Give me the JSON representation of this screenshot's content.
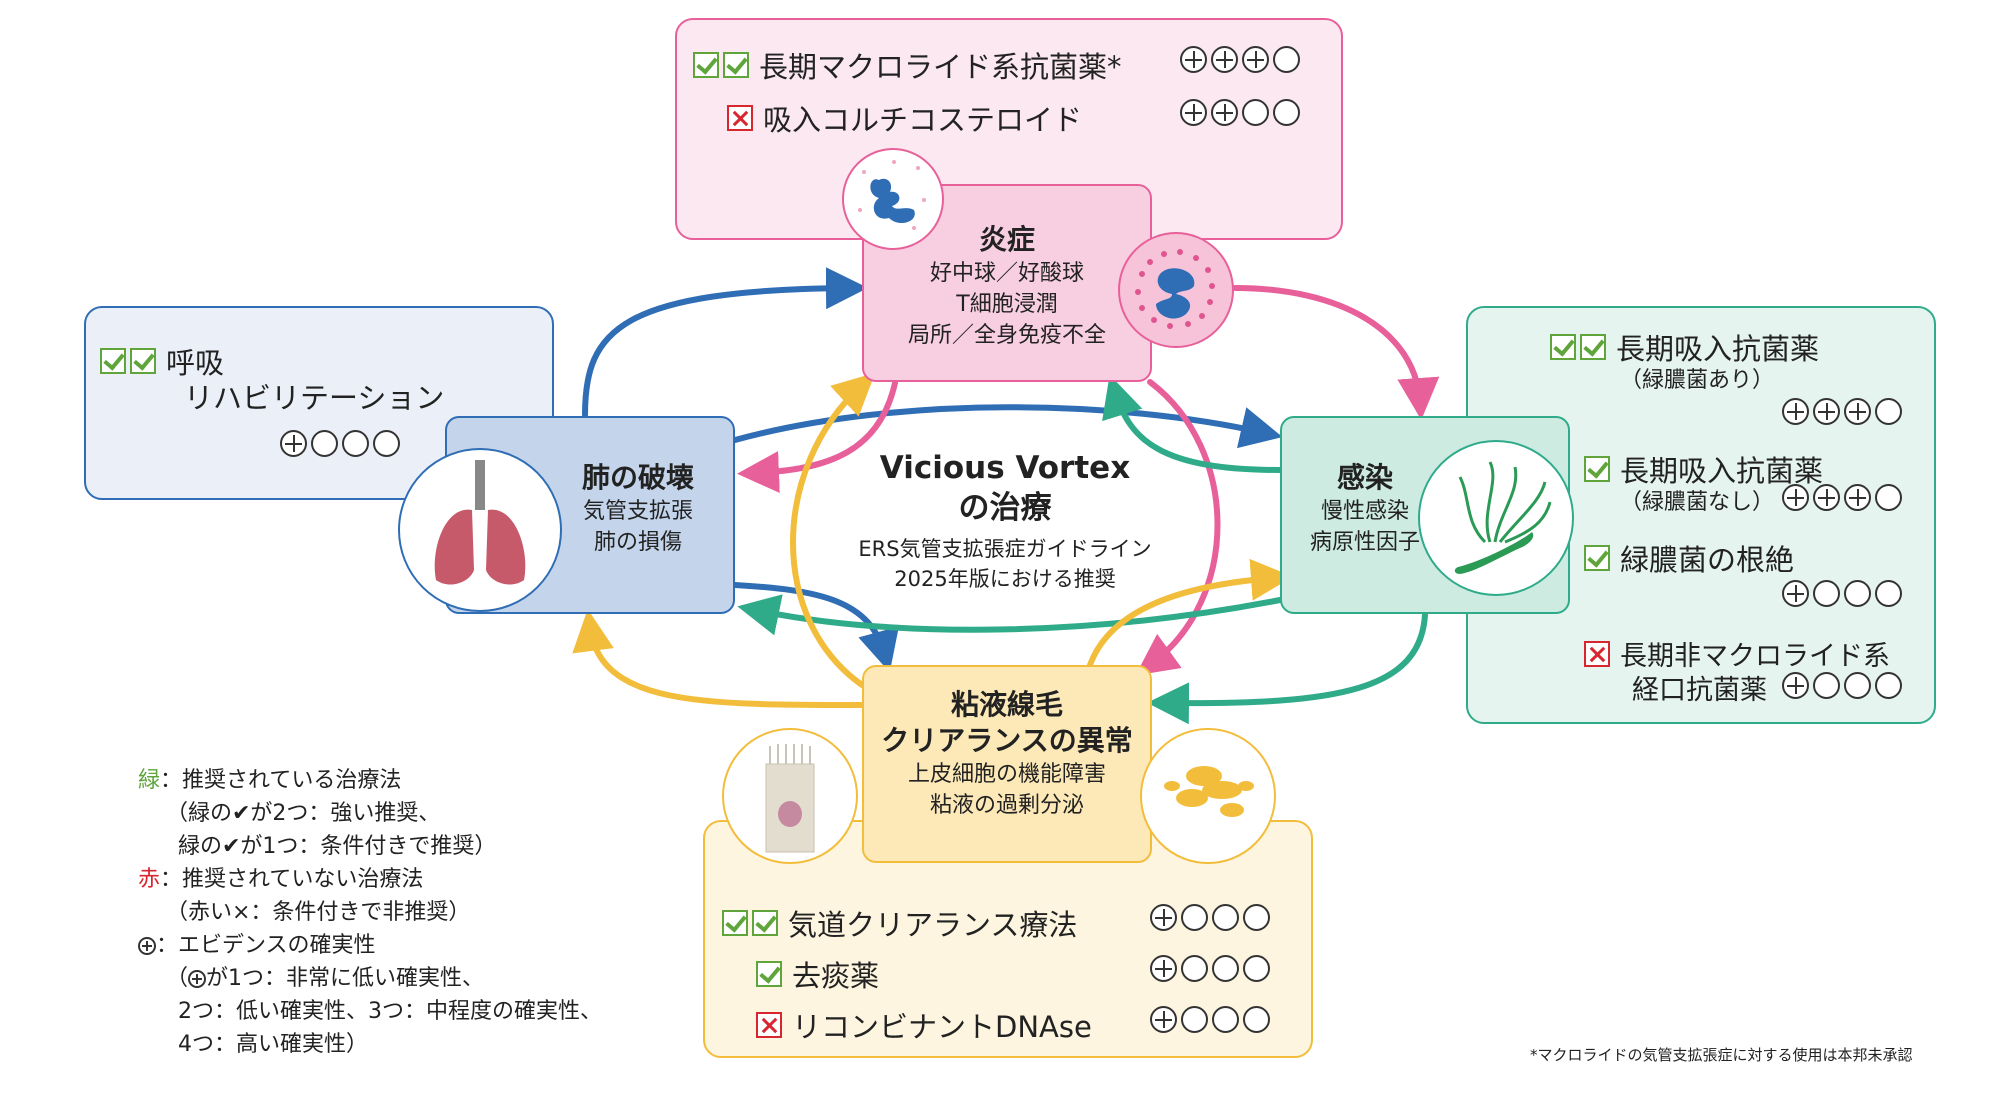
{
  "center": {
    "title1": "Vicious Vortex",
    "title2": "の治療",
    "sub1": "ERS気管支拡張症ガイドライン",
    "sub2": "2025年版における推奨"
  },
  "nodes": {
    "inflammation": {
      "title": "炎症",
      "l1": "好中球／好酸球",
      "l2": "T細胞浸潤",
      "l3": "局所／全身免疫不全"
    },
    "lung": {
      "title": "肺の破壊",
      "l1": "気管支拡張",
      "l2": "肺の損傷"
    },
    "infection": {
      "title": "感染",
      "l1": "慢性感染",
      "l2": "病原性因子"
    },
    "mucus": {
      "title1": "粘液線毛",
      "title2": "クリアランスの異常",
      "l1": "上皮細胞の機能障害",
      "l2": "粘液の過剰分泌"
    }
  },
  "panels": {
    "top": [
      {
        "label": "長期マクロライド系抗菌薬*",
        "mark": "double-check",
        "evidence": 3
      },
      {
        "label": "吸入コルチコステロイド",
        "mark": "cross",
        "evidence": 2
      }
    ],
    "left": {
      "label1": "呼吸",
      "label2": "リハビリテーション",
      "mark": "double-check",
      "evidence": 1
    },
    "right": [
      {
        "label": "長期吸入抗菌薬",
        "sub": "（緑膿菌あり）",
        "mark": "double-check",
        "evidence": 3
      },
      {
        "label": "長期吸入抗菌薬",
        "sub": "（緑膿菌なし）",
        "mark": "check",
        "evidence": 3
      },
      {
        "label": "緑膿菌の根絶",
        "mark": "check",
        "evidence": 1
      },
      {
        "label1": "長期非マクロライド系",
        "label2": "経口抗菌薬",
        "mark": "cross",
        "evidence": 1
      }
    ],
    "bottom": [
      {
        "label": "気道クリアランス療法",
        "mark": "double-check",
        "evidence": 1
      },
      {
        "label": "去痰薬",
        "mark": "check",
        "evidence": 1
      },
      {
        "label": "リコンビナントDNAse",
        "mark": "cross",
        "evidence": 1
      }
    ]
  },
  "legend": {
    "green_key": "緑",
    "green_text": "：推奨されている治療法",
    "green_d1": "（緑の✔が2つ：強い推奨、",
    "green_d2": "緑の✔が1つ：条件付きで推奨）",
    "red_key": "赤",
    "red_text": "：推奨されていない治療法",
    "red_d1": "（赤い×：条件付きで非推奨）",
    "plus_text": "：エビデンスの確実性",
    "plus_d1a": "（",
    "plus_d1b": "が1つ：非常に低い確実性、",
    "plus_d2": "2つ：低い確実性、3つ：中程度の確実性、",
    "plus_d3": "4つ：高い確実性）"
  },
  "footnote": "*マクロライドの気管支拡張症に対する使用は本邦未承認",
  "colors": {
    "pink": "#e8609a",
    "blue": "#2f6db5",
    "teal": "#2fab8a",
    "yellow": "#f3bd3c",
    "green_mark": "#5fa53c",
    "red_mark": "#d7262e"
  }
}
